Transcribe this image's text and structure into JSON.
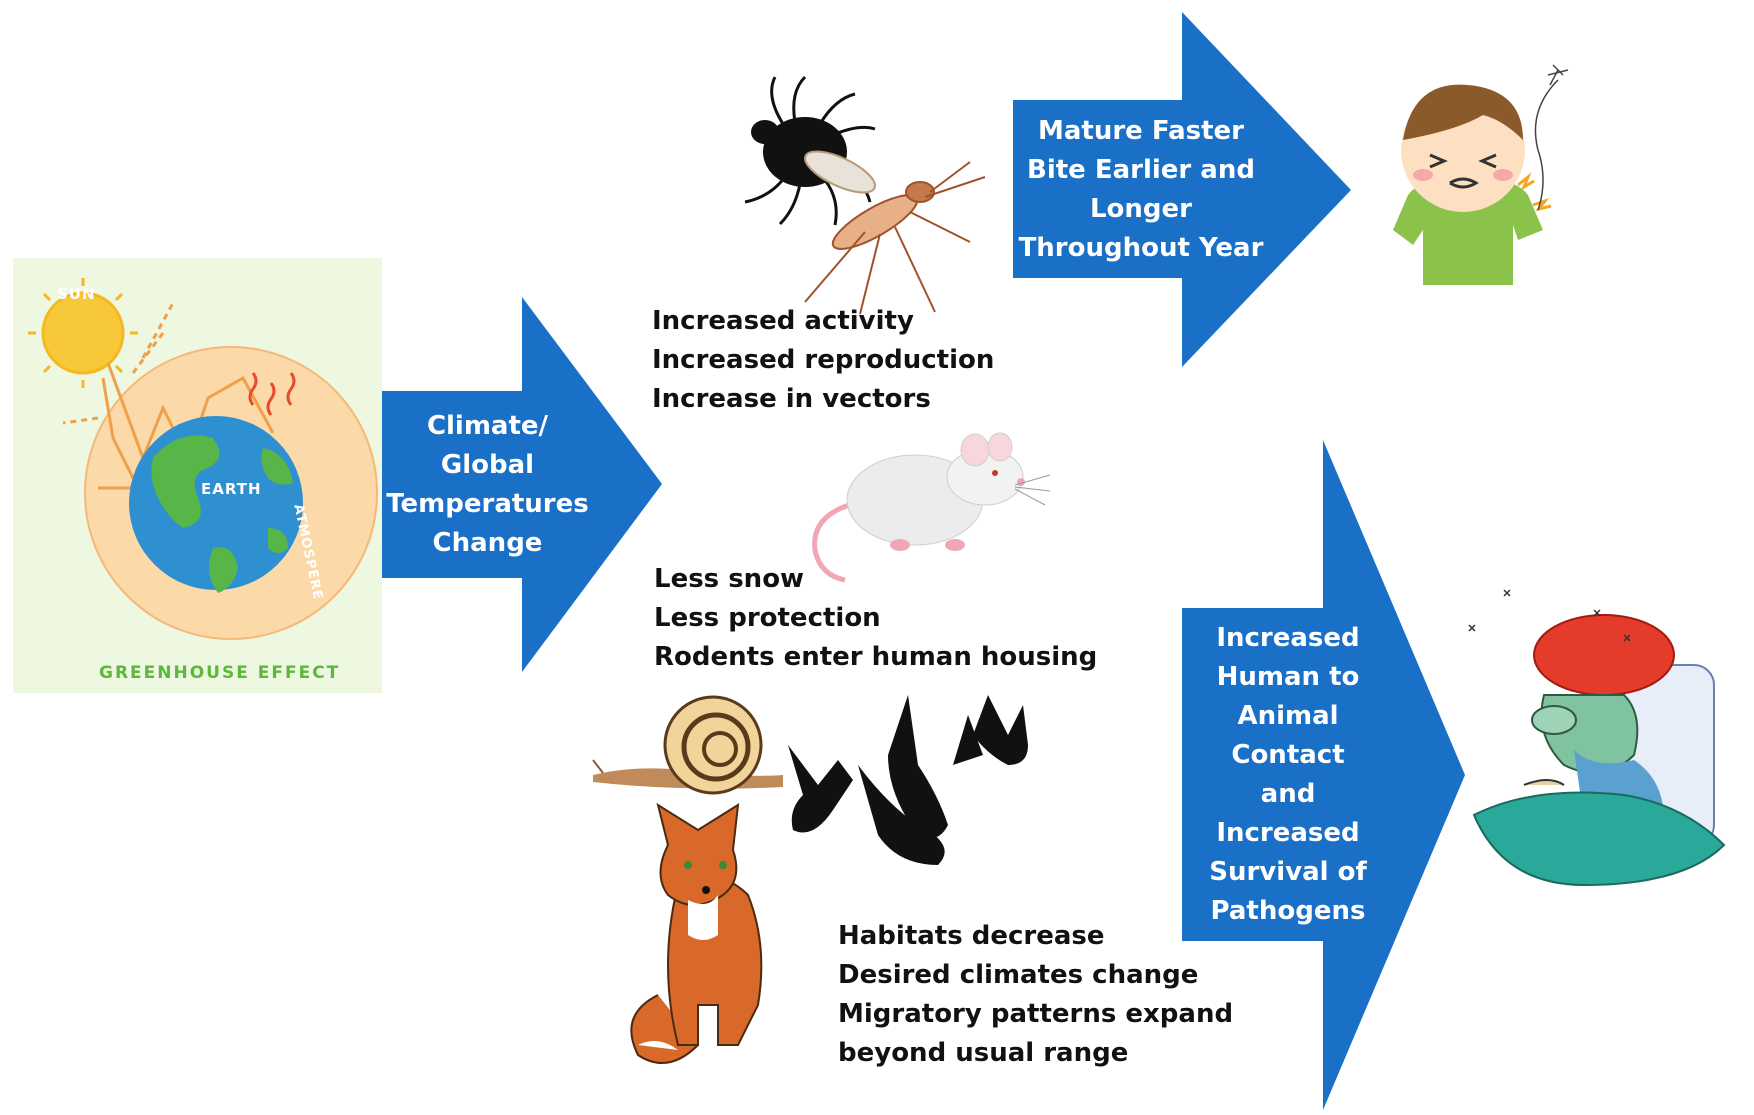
{
  "greenhouse": {
    "sun_label": "SUN",
    "earth_label": "EARTH",
    "atmosphere_label": "ATMOSPERE",
    "caption": "GREENHOUSE EFFECT"
  },
  "arrows": {
    "climate": {
      "line1": "Climate/",
      "line2": "Global",
      "line3": "Temperatures",
      "line4": "Change"
    },
    "vectors": {
      "line1": "Mature Faster",
      "line2": "Bite Earlier and",
      "line3": "Longer",
      "line4": "Throughout Year"
    },
    "contact": {
      "line1": "Increased",
      "line2": "Human to",
      "line3": "Animal",
      "line4": "Contact",
      "line5": "and",
      "line6": "Increased",
      "line7": "Survival of",
      "line8": "Pathogens"
    }
  },
  "effects": {
    "insects": [
      "Increased activity",
      "Increased reproduction",
      "Increase in vectors"
    ],
    "rodents": [
      "Less snow",
      "Less protection",
      "Rodents enter human housing"
    ],
    "wildlife": [
      "Habitats decrease",
      "Desired climates change",
      "Migratory patterns expand",
      "beyond usual range"
    ]
  },
  "colors": {
    "arrow_blue": "#1a6fc7",
    "panel_bg": "#eef7e0",
    "sun": "#f7c93a",
    "caption_green": "#5cb83a"
  }
}
